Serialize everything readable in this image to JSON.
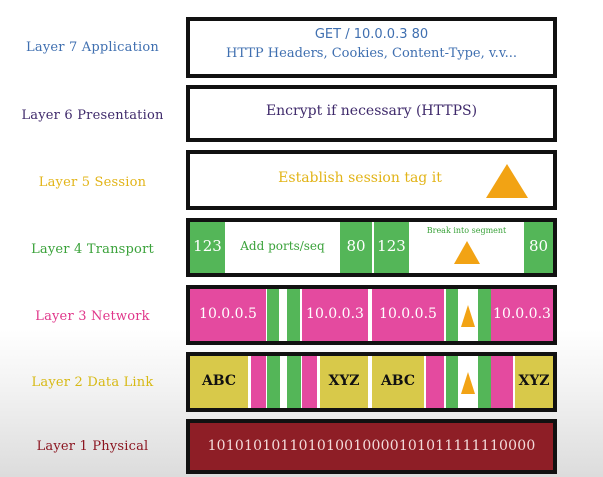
{
  "layers": [
    {
      "label": "Layer 7 Application",
      "color": "#3f6fb0",
      "lines": [
        "GET / 10.0.0.3 80",
        "HTTP Headers, Cookies, Content-Type, v.v..."
      ]
    },
    {
      "label": "Layer 6 Presentation",
      "color": "#3f2a6b",
      "text": "Encrypt if necessary (HTTPS)"
    },
    {
      "label": "Layer 5 Session",
      "color": "#e2b418",
      "text": "Establish session tag it"
    },
    {
      "label": "Layer 4 Transport",
      "color": "#3aa23a",
      "port_a": "123",
      "port_b": "80",
      "middle": "Add ports/seq",
      "note": "Break into segment"
    },
    {
      "label": "Layer 3 Network",
      "color": "#e0368a",
      "src_ip": "10.0.0.5",
      "dst_ip": "10.0.0.3"
    },
    {
      "label": "Layer 2 Data Link",
      "color": "#d7b914",
      "mac_a": "ABC",
      "mac_b": "XYZ"
    },
    {
      "label": "Layer 1 Physical",
      "color": "#8b1520",
      "bits": "101010101101010010000101011111110000"
    }
  ],
  "colors": {
    "green": "#54b658",
    "pink": "#e44a9f",
    "yellow": "#d8c94a",
    "maroon": "#8e1e26",
    "orange": "#f2a314",
    "border": "#111111"
  }
}
